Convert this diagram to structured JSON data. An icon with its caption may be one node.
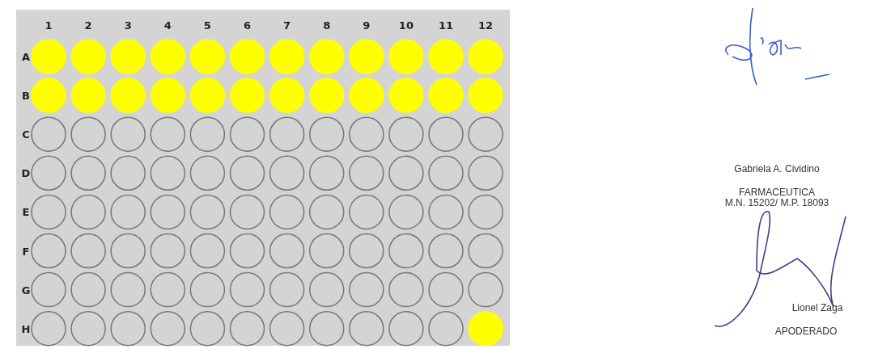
{
  "diagram": {
    "labels": [
      "1",
      "2",
      "3",
      "4",
      "5",
      "6",
      "7",
      "8",
      "9",
      "10",
      "11",
      "12",
      "A",
      "B",
      "C",
      "D",
      "E",
      "F",
      "G",
      "H",
      "Gabriela A. Cividino",
      "FARMACEUTICA",
      "M.N. 15202/ M.P. 18093",
      "Lionel Zaga",
      "APODERADO"
    ]
  }
}
